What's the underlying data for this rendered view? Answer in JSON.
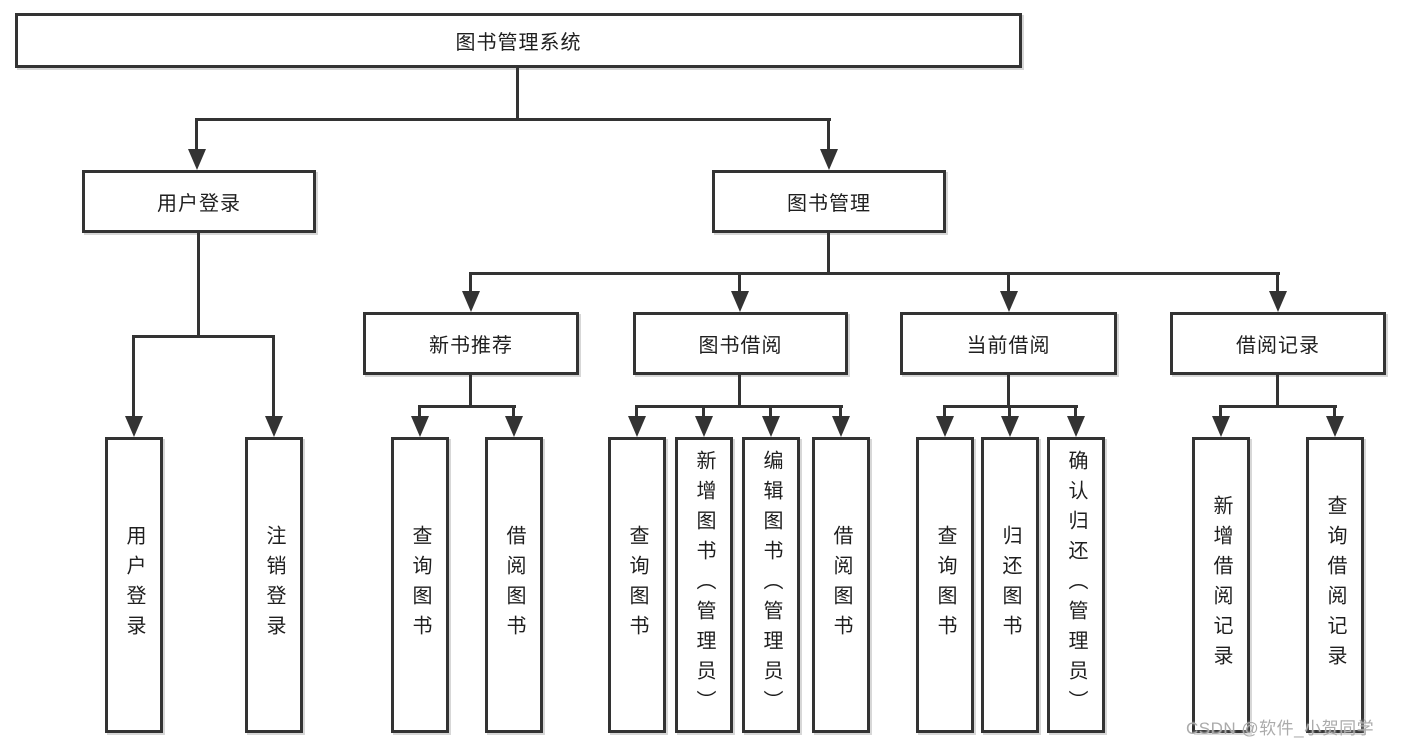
{
  "diagram": {
    "root": "图书管理系统",
    "level2": [
      "用户登录",
      "图书管理"
    ],
    "level3": [
      "新书推荐",
      "图书借阅",
      "当前借阅",
      "借阅记录"
    ],
    "leaves": {
      "user_login": [
        "用户登录",
        "注销登录"
      ],
      "new_book": [
        "查询图书",
        "借阅图书"
      ],
      "book_borrow": [
        "查询图书",
        "新增图书（管理员）",
        "编辑图书（管理员）",
        "借阅图书"
      ],
      "current_borrow": [
        "查询图书",
        "归还图书",
        "确认归还（管理员）"
      ],
      "borrow_record": [
        "新增借阅记录",
        "查询借阅记录"
      ]
    }
  },
  "watermark": "CSDN @软件_小贺同学",
  "colors": {
    "line": "#333333",
    "text": "#1f1f1f",
    "background": "#ffffff",
    "watermark": "#ababab"
  }
}
